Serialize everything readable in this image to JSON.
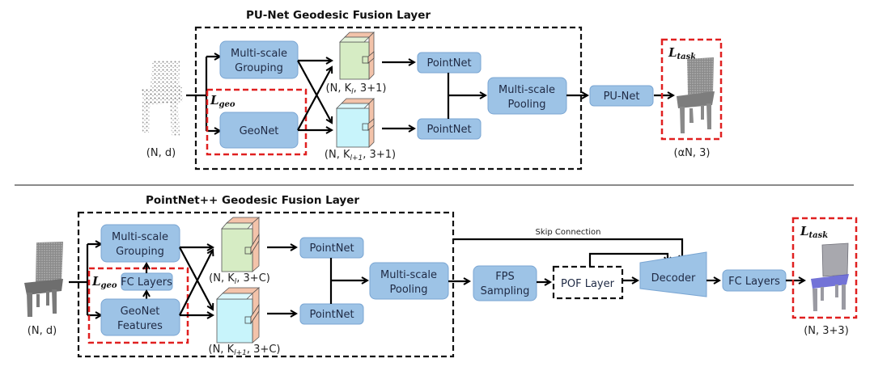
{
  "top": {
    "title": "PU-Net Geodesic Fusion Layer",
    "input_label": "(N, d)",
    "boxes": {
      "msg": [
        "Multi-scale",
        "Grouping"
      ],
      "geonet": "GeoNet",
      "pointnet1": "PointNet",
      "pointnet2": "PointNet",
      "msp": [
        "Multi-scale",
        "Pooling"
      ],
      "punet": "PU-Net"
    },
    "cube1_label": {
      "pre": "(N, K",
      "sub": "l",
      "post": ", 3+1)"
    },
    "cube2_label": {
      "pre": "(N, K",
      "sub": "l+1",
      "post": ", 3+1)"
    },
    "loss_geo": {
      "main": "L",
      "sub": "geo"
    },
    "loss_task": {
      "main": "L",
      "sub": "task"
    },
    "output_label": "(αN, 3)"
  },
  "bottom": {
    "title": "PointNet++ Geodesic Fusion Layer",
    "input_label": "(N, d)",
    "boxes": {
      "msg": [
        "Multi-scale",
        "Grouping"
      ],
      "fc_small": "FC Layers",
      "geonet": [
        "GeoNet",
        "Features"
      ],
      "pointnet1": "PointNet",
      "pointnet2": "PointNet",
      "msp": [
        "Multi-scale",
        "Pooling"
      ],
      "fps": [
        "FPS",
        "Sampling"
      ],
      "pof": "POF Layer",
      "decoder": "Decoder",
      "fc": "FC Layers"
    },
    "skip_label": "Skip Connection",
    "cube1_label": {
      "pre": "(N, K",
      "sub": "l",
      "post": ", 3+C)"
    },
    "cube2_label": {
      "pre": "(N, K",
      "sub": "l+1",
      "post": ", 3+C)"
    },
    "loss_geo": {
      "main": "L",
      "sub": "geo"
    },
    "loss_task": {
      "main": "L",
      "sub": "task"
    },
    "output_label": "(N, 3+3)"
  },
  "colors": {
    "box_fill": "#9dc3e6",
    "cube_green": "#d6ecc4",
    "cube_cyan": "#c8f4fb",
    "cube_salmon": "#f3c3aa",
    "loss_red": "#e02020"
  }
}
